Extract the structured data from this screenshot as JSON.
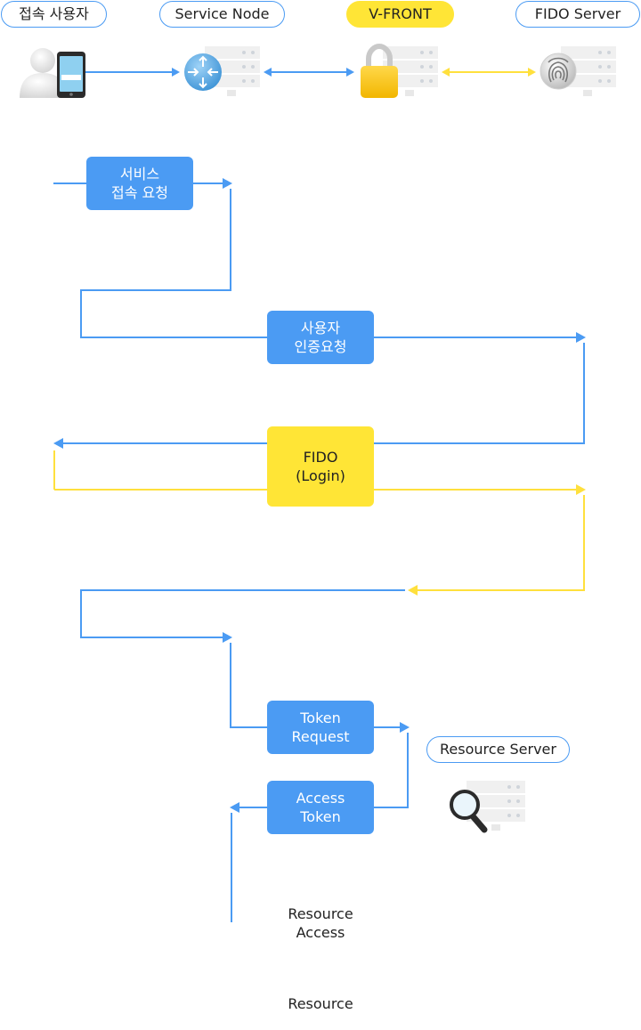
{
  "actors": [
    {
      "label": "접속 사용자"
    },
    {
      "label": "Service Node"
    },
    {
      "label": "V-FRONT"
    },
    {
      "label": "FIDO Server"
    }
  ],
  "resource_server": {
    "label": "Resource Server"
  },
  "steps": {
    "service_request": {
      "line1": "서비스",
      "line2": "접속 요청"
    },
    "user_auth": {
      "line1": "사용자",
      "line2": "인증요청"
    },
    "fido_login": {
      "line1": "FIDO",
      "line2": "(Login)"
    },
    "token_request": {
      "line1": "Token",
      "line2": "Request"
    },
    "access_token": {
      "line1": "Access",
      "line2": "Token"
    },
    "resource_access": {
      "line1": "Resource",
      "line2": "Access"
    },
    "resource": {
      "line1": "Resource"
    }
  },
  "colors": {
    "blue": "#4b9bf3",
    "yellow": "#ffe536",
    "yellow_line": "#ffe03d",
    "server_gray": "#f0f0f0",
    "dot_gray": "#cfd4da"
  }
}
